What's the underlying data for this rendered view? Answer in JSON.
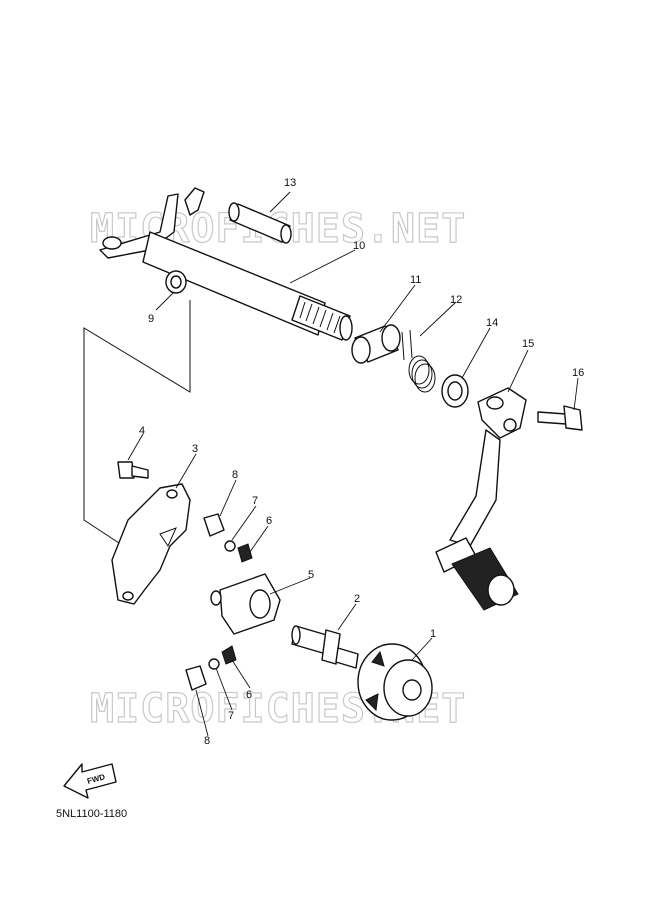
{
  "watermark": {
    "top": "MICROFICHES.NET",
    "bottom": "MICROFICHES.NET"
  },
  "callouts": {
    "c1": "1",
    "c2": "2",
    "c3": "3",
    "c4": "4",
    "c5": "5",
    "c6a": "6",
    "c6b": "6",
    "c7a": "7",
    "c7b": "7",
    "c8a": "8",
    "c8b": "8",
    "c9": "9",
    "c10": "10",
    "c11": "11",
    "c12": "12",
    "c13": "13",
    "c14": "14",
    "c15": "15",
    "c16": "16"
  },
  "fwd_label": "FWD",
  "diagram_code": "5NL1100-1180"
}
